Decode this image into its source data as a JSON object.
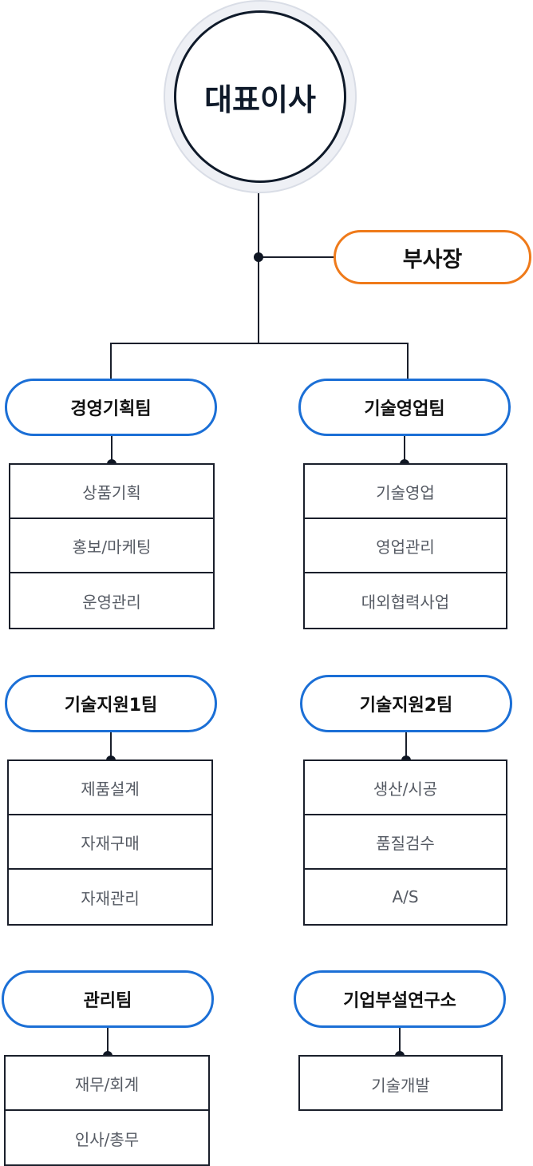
{
  "ceo": "대표이사",
  "vice_president": "부사장",
  "teams": {
    "mgmt_planning": {
      "name": "경영기획팀",
      "items": [
        "상품기획",
        "홍보/마케팅",
        "운영관리"
      ]
    },
    "tech_sales": {
      "name": "기술영업팀",
      "items": [
        "기술영업",
        "영업관리",
        "대외협력사업"
      ]
    },
    "tech_support1": {
      "name": "기술지원1팀",
      "items": [
        "제품설계",
        "자재구매",
        "자재관리"
      ]
    },
    "tech_support2": {
      "name": "기술지원2팀",
      "items": [
        "생산/시공",
        "품질검수",
        "A/S"
      ]
    },
    "admin": {
      "name": "관리팀",
      "items": [
        "재무/회계",
        "인사/총무"
      ]
    },
    "rnd": {
      "name": "기업부설연구소",
      "items": [
        "기술개발"
      ]
    }
  },
  "colors": {
    "dark": "#0f1a2a",
    "vp_border": "#ef7a1a",
    "team_border": "#1b6fd6",
    "item_text": "#555a63"
  }
}
